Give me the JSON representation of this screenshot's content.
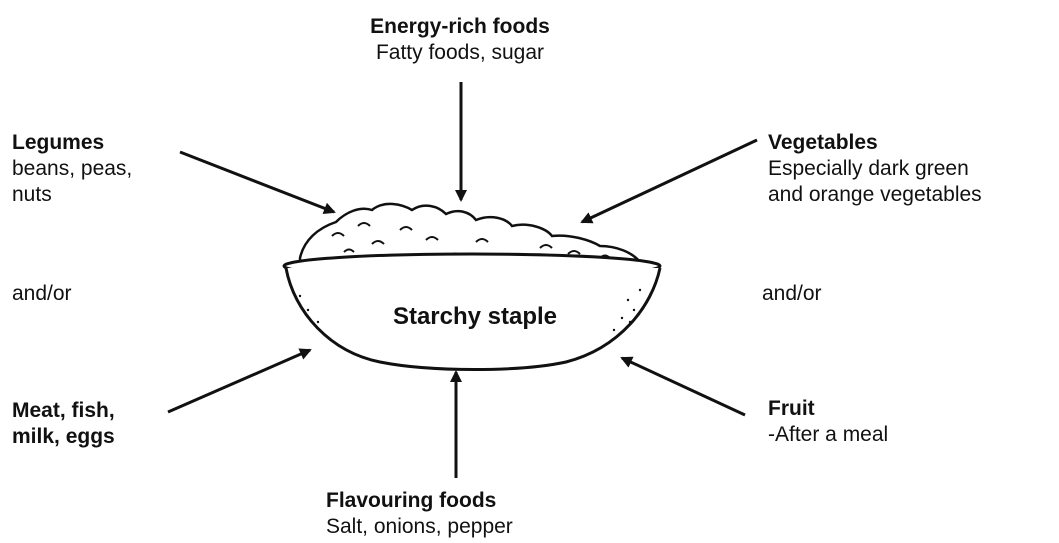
{
  "diagram": {
    "energy": {
      "title": "Energy-rich foods",
      "detail": "Fatty foods, sugar"
    },
    "legumes": {
      "title": "Legumes",
      "detail_line1": "beans, peas,",
      "detail_line2": "nuts"
    },
    "vegetables": {
      "title": "Vegetables",
      "detail_line1": "Especially dark green",
      "detail_line2": "and orange vegetables"
    },
    "and_or_left": "and/or",
    "and_or_right": "and/or",
    "bowl_label": "Starchy staple",
    "meat": {
      "title_line1": "Meat, fish,",
      "title_line2": "milk, eggs"
    },
    "fruit": {
      "title": "Fruit",
      "detail": "-After a meal"
    },
    "flavouring": {
      "title": "Flavouring foods",
      "detail": "Salt, onions, pepper"
    }
  }
}
